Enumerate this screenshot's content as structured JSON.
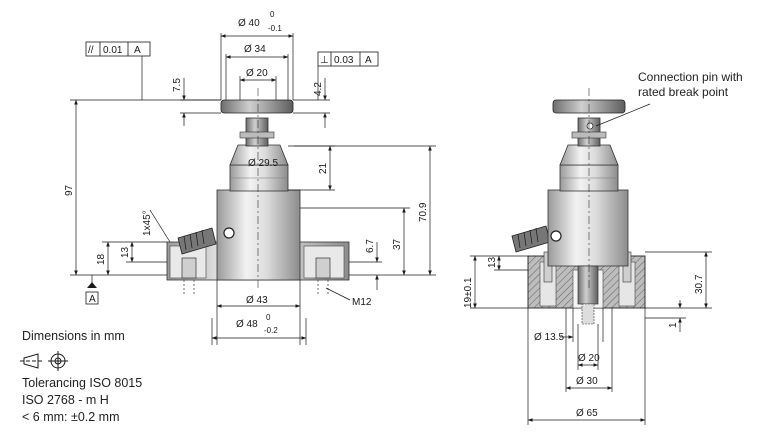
{
  "callout": {
    "line1": "Connection pin with",
    "line2": "rated break point"
  },
  "notes": {
    "units": "Dimensions in mm",
    "tolerancing": "Tolerancing ISO 8015",
    "iso": "ISO 2768 - m H",
    "small": "< 6 mm: ±0.2 mm"
  },
  "tolerance_frames": {
    "parallelism": {
      "symbol": "//",
      "value": "0.01",
      "datum": "A"
    },
    "perpendicularity": {
      "symbol": "⊥",
      "value": "0.03",
      "datum": "A"
    }
  },
  "datum_label": "A",
  "dims_left": {
    "d40": "Ø 40",
    "d40_upper": "0",
    "d40_lower": "-0.1",
    "d34": "Ø 34",
    "d20": "Ø 20",
    "d29_5": "Ø 29.5",
    "d43": "Ø 43",
    "d48": "Ø 48",
    "d48_upper": "0",
    "d48_lower": "-0.2",
    "h7_5": "7.5",
    "h4_2": "4.2",
    "h21": "21",
    "h97": "97",
    "h70_9": "70.9",
    "h37": "37",
    "h6_7": "6.7",
    "h18": "18",
    "h13": "13",
    "chamfer": "1x45°",
    "m12": "M12"
  },
  "dims_right": {
    "h19": "19±0.1",
    "h13": "13",
    "h30_7": "30.7",
    "h1": "1",
    "d13_5": "Ø 13.5",
    "d20": "Ø 20",
    "d30": "Ø 30",
    "d65": "Ø 65"
  }
}
